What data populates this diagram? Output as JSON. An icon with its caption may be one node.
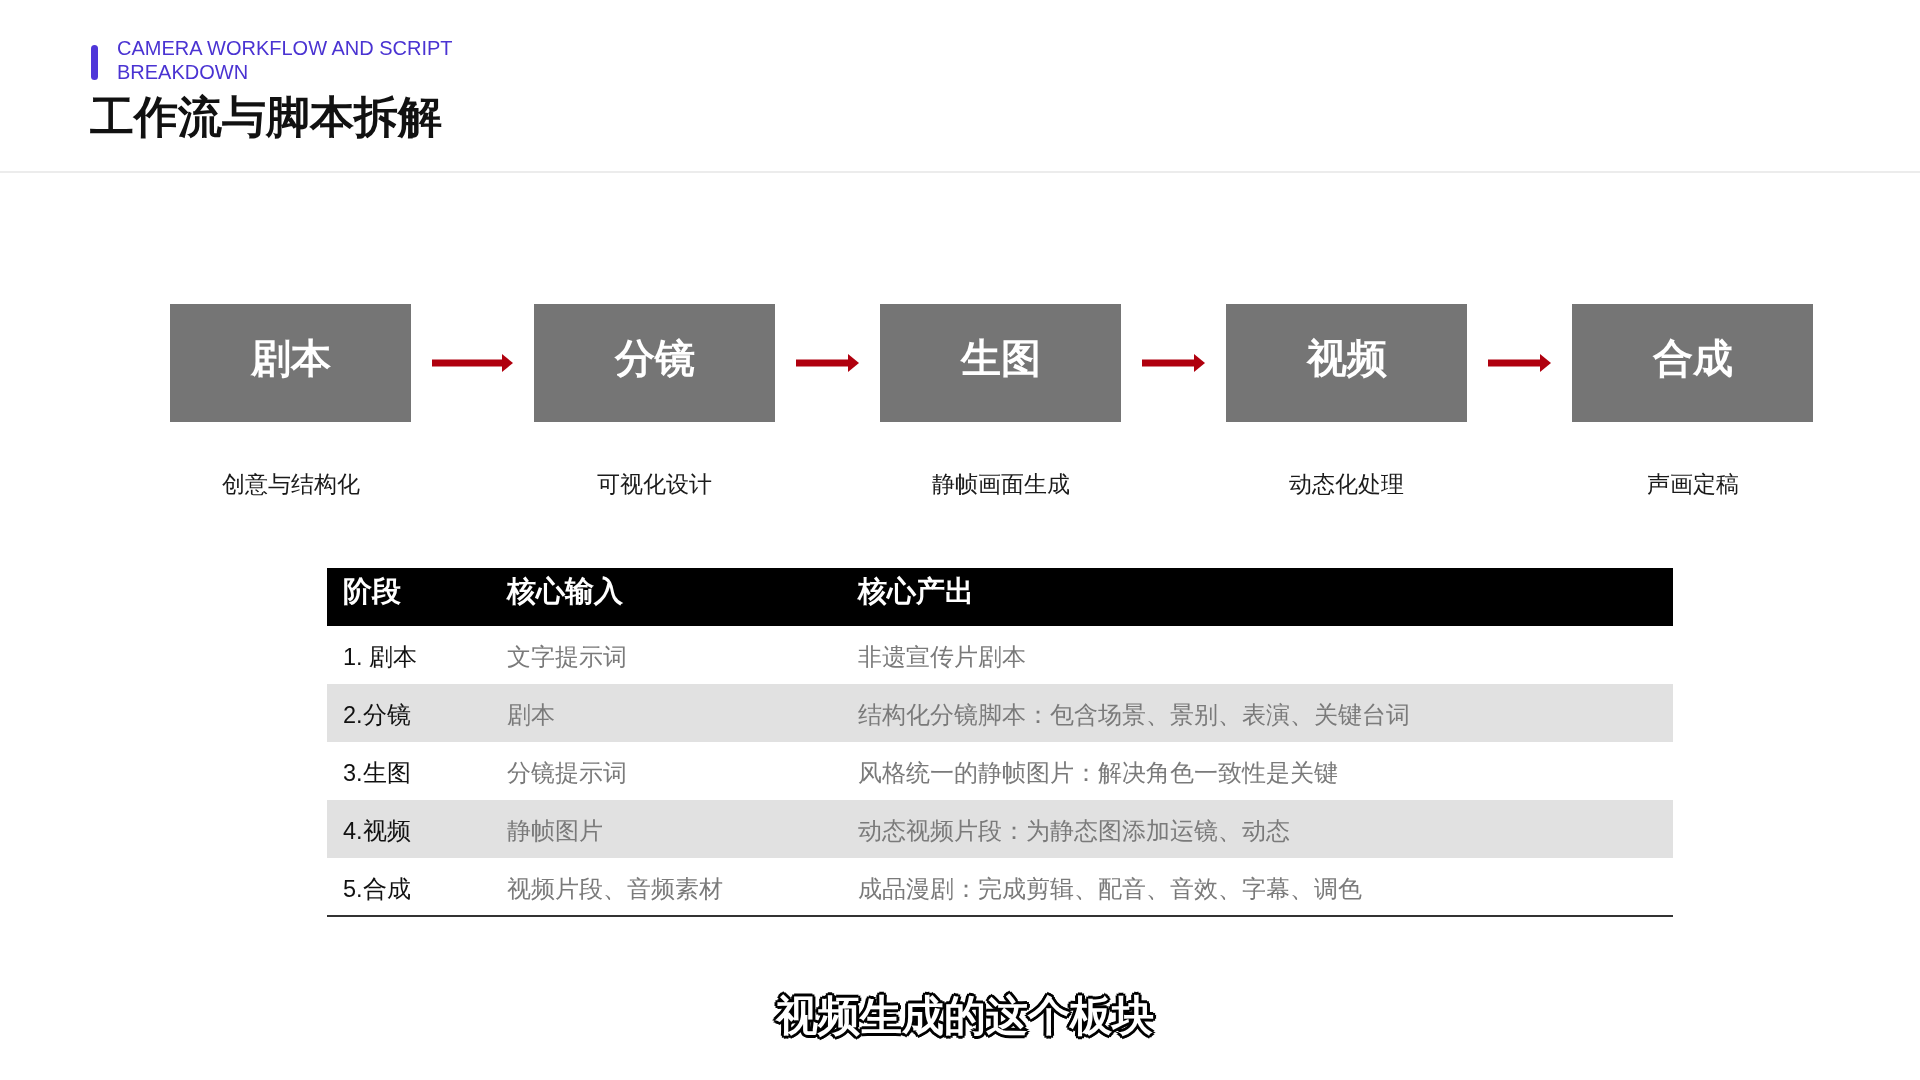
{
  "diagram": {
    "title": "工作流与脚本拆解",
    "nodes": [
      {
        "text": [
          "剧本"
        ],
        "beside": [
          "创意与结构化"
        ]
      },
      {
        "text": [
          "分镜"
        ],
        "beside": [
          "可视化设计"
        ]
      },
      {
        "text": [
          "生图"
        ],
        "beside": [
          "静帧画面生成"
        ]
      },
      {
        "text": [
          "视频"
        ],
        "beside": [
          "动态化处理"
        ]
      },
      {
        "text": [
          "合成"
        ],
        "beside": [
          "声画定稿"
        ]
      }
    ],
    "edges": [
      {
        "from": 0,
        "to": 1,
        "arrow": "to"
      },
      {
        "from": 1,
        "to": 2,
        "arrow": "to"
      },
      {
        "from": 2,
        "to": 3,
        "arrow": "to"
      },
      {
        "from": 3,
        "to": 4,
        "arrow": "to"
      }
    ],
    "labels": [
      "CAMERA WORKFLOW AND SCRIPT BREAKDOWN",
      "阶段",
      "核心输入",
      "核心产出",
      "1. 剧本",
      "文字提示词",
      "非遗宣传片剧本",
      "2.分镜",
      "剧本",
      "结构化分镜脚本：包含场景、景别、表演、关键台词",
      "3.生图",
      "分镜提示词",
      "风格统一的静帧图片：解决角色一致性是关键",
      "4.视频",
      "静帧图片",
      "动态视频片段：为静态图添加运镜、动态",
      "5.合成",
      "视频片段、音频素材",
      "成品漫剧：完成剪辑、配音、音效、字幕、调色",
      "视频生成的这个板块"
    ]
  }
}
